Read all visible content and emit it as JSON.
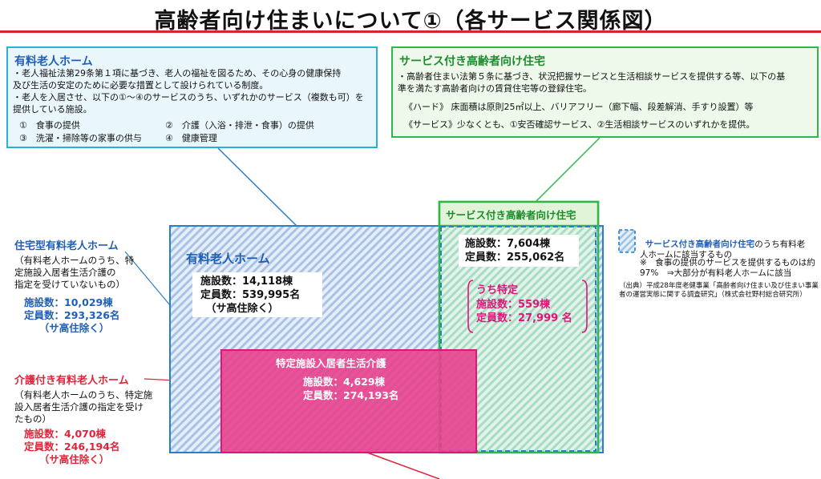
{
  "title": "高齢者向け住まいについて①（各サービス関係図）",
  "yuryo_box": {
    "title": "有料老人ホーム",
    "text": "・老人福祉法第29条第１項に基づき、老人の福祉を図るため、その心身の健康保持\n及び生活の安定のために必要な措置として設けられている制度。\n・老人を入居させ、以下の①～④のサービスのうち、いずれかのサービス（複数も可）を\n提供している施設。",
    "services": [
      "①　食事の提供",
      "②　介護（入浴・排泄・食事）の提供",
      "③　洗濯・掃除等の家事の供与",
      "④　健康管理"
    ]
  },
  "sakoju_box": {
    "title": "サービス付き高齢者向け住宅",
    "text": "・高齢者住まい法第５条に基づき、状況把握サービスと生活相談サービスを提供する等、以下の基\n準を満たす高齢者向けの賃貸住宅等の登録住宅。",
    "hard": "《ハード》 床面積は原則25㎡以上、バリアフリー（廊下幅、段差解消、手すり設置）等",
    "service": "《サービス》少なくとも、①安否確認サービス、②生活相談サービスのいずれかを提供。"
  },
  "diagram": {
    "yuryo_label": "有料老人ホーム",
    "yuryo_stats": "施設数：14,118棟\n定員数：539,995名\n　（サ高住除く）",
    "sakoju_header": "サービス付き高齢者向け住宅",
    "sakoju_stats": "施設数：7,604棟\n定員数：255,062名",
    "sakoju_tokutei_title": "うち特定",
    "sakoju_tokutei_stats": "施設数：559棟\n定員数：27,999 名",
    "tokutei_title": "特定施設入居者生活介護",
    "tokutei_stats": "施設数：4,629棟\n定員数：274,193名"
  },
  "side_jutaku": {
    "title": "住宅型有料老人ホーム",
    "note": "（有料老人ホームのうち、特\n定施設入居者生活介護の\n指定を受けていないもの）",
    "stats": "施設数：10,029棟\n定員数：293,326名\n　　（サ高住除く）"
  },
  "side_kaigo": {
    "title": "介護付き有料老人ホーム",
    "note": "（有料老人ホームのうち、特定施\n設入居者生活介護の指定を受け\nたもの）",
    "stats": "施設数：4,070棟\n定員数：246,194名\n　　（サ高住除く）"
  },
  "legend": {
    "text1_bold": "サービス付き高齢者向け住宅",
    "text1_rest": "のうち有料老\n人ホームに該当するもの",
    "note": "※　食事の提供のサービスを提供するものは約\n97%　⇒大部分が有料老人ホームに該当",
    "source": "（出典）平成28年度老健事業「高齢者向け住まい及び住まい事業\n者の運営実態に関する調査研究」（株式会社野村総合研究所）"
  },
  "colors": {
    "title_rule": "#d8232a",
    "blue": "#1f5fb5",
    "green": "#2eb84a",
    "pink": "#e2147a",
    "red": "#e0243a"
  }
}
